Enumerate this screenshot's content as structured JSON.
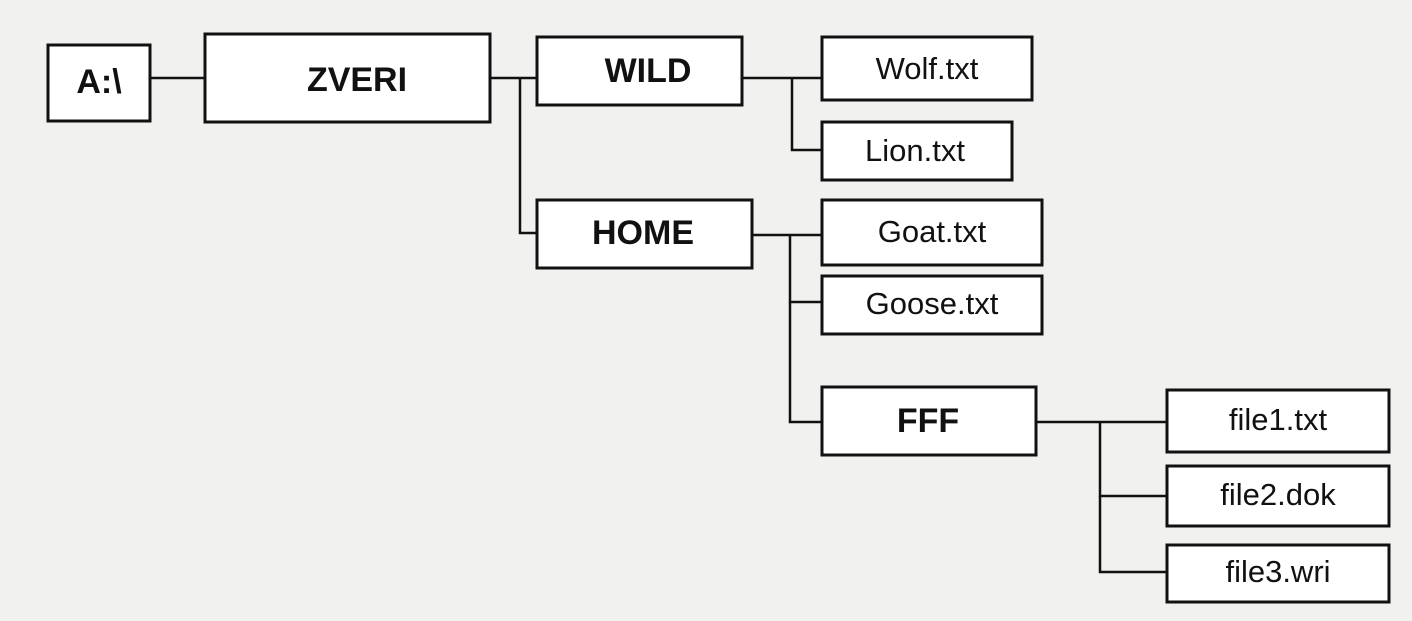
{
  "tree": {
    "root": {
      "label": "A:\\",
      "children": [
        {
          "label": "ZVERI",
          "children": [
            {
              "label": "WILD",
              "children": [
                {
                  "label": "Wolf.txt"
                },
                {
                  "label": "Lion.txt"
                }
              ]
            },
            {
              "label": "HOME",
              "children": [
                {
                  "label": "Goat.txt"
                },
                {
                  "label": "Goose.txt"
                },
                {
                  "label": "FFF",
                  "children": [
                    {
                      "label": "file1.txt"
                    },
                    {
                      "label": "file2.dok"
                    },
                    {
                      "label": "file3.wri"
                    }
                  ]
                }
              ]
            }
          ]
        }
      ]
    }
  }
}
